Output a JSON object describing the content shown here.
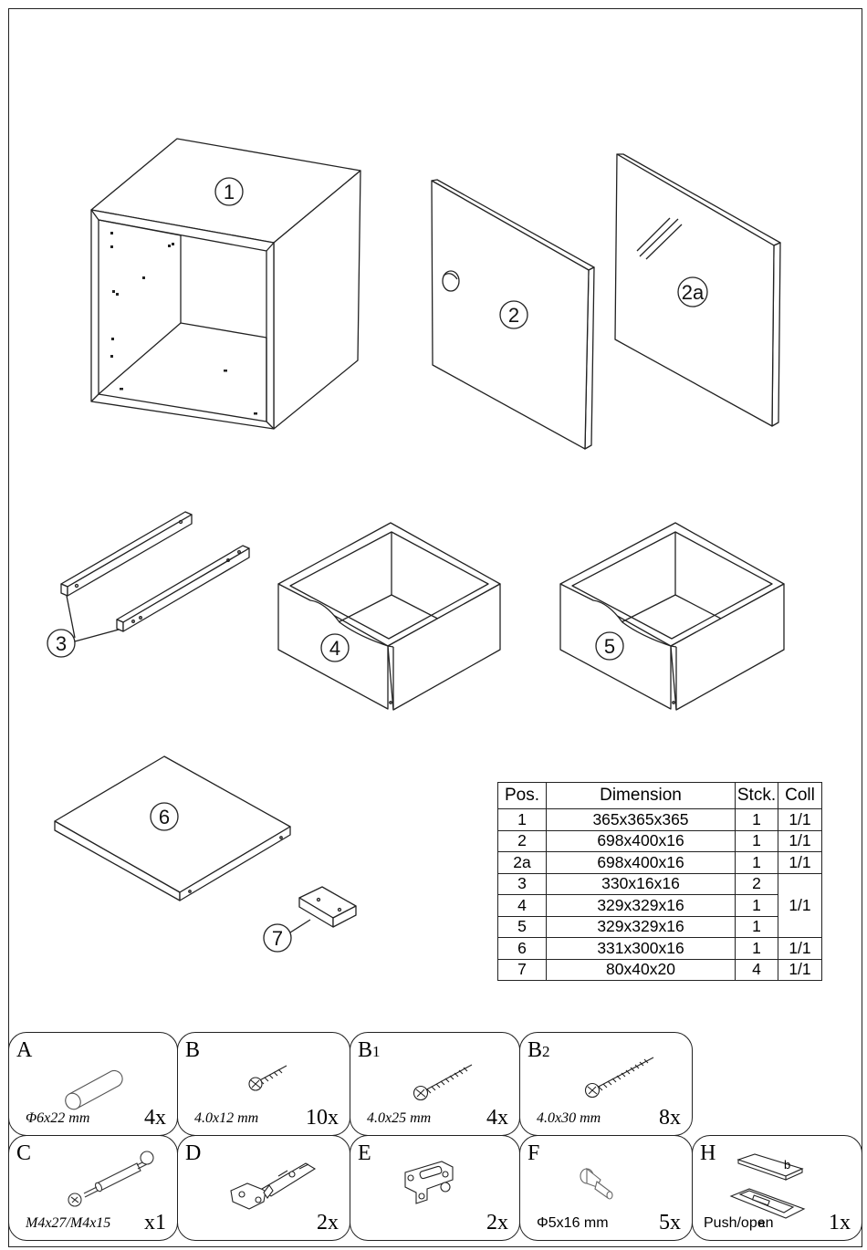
{
  "parts": {
    "callouts": [
      "1",
      "2",
      "2a",
      "3",
      "4",
      "5",
      "6",
      "7"
    ]
  },
  "table": {
    "headers": [
      "Pos.",
      "Dimension",
      "Stck.",
      "Coll"
    ],
    "rows": [
      {
        "pos": "1",
        "dimension": "365x365x365",
        "stck": "1",
        "coll": "1/1"
      },
      {
        "pos": "2",
        "dimension": "698x400x16",
        "stck": "1",
        "coll": "1/1"
      },
      {
        "pos": "2a",
        "dimension": "698x400x16",
        "stck": "1",
        "coll": "1/1"
      },
      {
        "pos": "3",
        "dimension": "330x16x16",
        "stck": "2",
        "coll": "1/1"
      },
      {
        "pos": "4",
        "dimension": "329x329x16",
        "stck": "1",
        "coll": ""
      },
      {
        "pos": "5",
        "dimension": "329x329x16",
        "stck": "1",
        "coll": ""
      },
      {
        "pos": "6",
        "dimension": "331x300x16",
        "stck": "1",
        "coll": "1/1"
      },
      {
        "pos": "7",
        "dimension": "80x40x20",
        "stck": "4",
        "coll": "1/1"
      }
    ]
  },
  "hardware": [
    {
      "letter": "A",
      "sub": "",
      "size": "Φ6x22 mm",
      "qty": "4x",
      "icon": "dowel-icon"
    },
    {
      "letter": "B",
      "sub": "",
      "size": "4.0x12 mm",
      "qty": "10x",
      "icon": "screw-icon"
    },
    {
      "letter": "B",
      "sub": "1",
      "size": "4.0x25 mm",
      "qty": "4x",
      "icon": "screw-icon"
    },
    {
      "letter": "B",
      "sub": "2",
      "size": "4.0x30 mm",
      "qty": "8x",
      "icon": "screw-icon"
    },
    {
      "letter": "C",
      "sub": "",
      "size": "M4x27/M4x15",
      "qty": "x1",
      "icon": "connector-bolt-icon"
    },
    {
      "letter": "D",
      "sub": "",
      "size": "",
      "qty": "2x",
      "icon": "hinge-icon"
    },
    {
      "letter": "E",
      "sub": "",
      "size": "",
      "qty": "2x",
      "icon": "mounting-plate-icon"
    },
    {
      "letter": "F",
      "sub": "",
      "size": "Φ5x16 mm",
      "qty": "5x",
      "icon": "shelf-pin-icon"
    },
    {
      "letter": "H",
      "sub": "",
      "size": "Push/open",
      "qty": "1x",
      "icon": "push-open-latch-icon",
      "sublabels": [
        "b",
        "a"
      ]
    }
  ]
}
